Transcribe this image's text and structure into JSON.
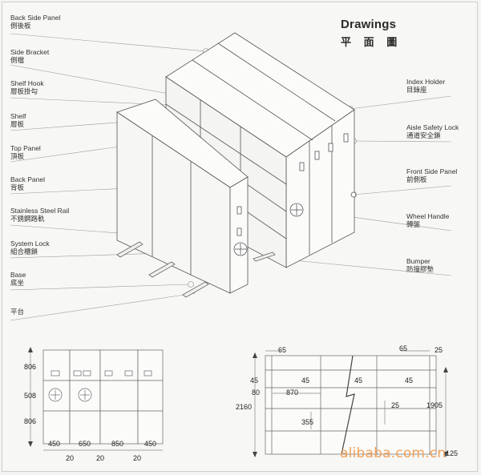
{
  "title": {
    "en": "Drawings",
    "zh": "平 面 圖"
  },
  "left_labels": [
    {
      "id": "back-side-panel",
      "en": "Back Side Panel",
      "zh": "側後板"
    },
    {
      "id": "side-bracket",
      "en": "Side Bracket",
      "zh": "側檔"
    },
    {
      "id": "shelf-hook",
      "en": "Shelf Hook",
      "zh": "層板掛勾"
    },
    {
      "id": "shelf",
      "en": "Shelf",
      "zh": "層板"
    },
    {
      "id": "top-panel",
      "en": "Top Panel",
      "zh": "頂板"
    },
    {
      "id": "back-panel",
      "en": "Back Panel",
      "zh": "背板"
    },
    {
      "id": "stainless-steel-rail",
      "en": "Stainless Steel Rail",
      "zh": "不銹鋼路軌"
    },
    {
      "id": "system-lock",
      "en": "System Lock",
      "zh": "組合櫃鎖"
    },
    {
      "id": "base",
      "en": "Base",
      "zh": "底坐"
    },
    {
      "id": "platform",
      "en": "",
      "zh": "平台"
    }
  ],
  "right_labels": [
    {
      "id": "index-holder",
      "en": "Index Holder",
      "zh": "目錄座"
    },
    {
      "id": "aisle-safety-lock",
      "en": "Aisle Safety Lock",
      "zh": "通道安全鎖"
    },
    {
      "id": "front-side-panel",
      "en": "Front Side Panel",
      "zh": "前側板"
    },
    {
      "id": "wheel-handle",
      "en": "Wheel Handle",
      "zh": "轉盤"
    },
    {
      "id": "bumper",
      "en": "Bumper",
      "zh": "防撞膠墊"
    }
  ],
  "front_view_dims": {
    "heights": [
      "806",
      "508",
      "806"
    ],
    "widths": [
      "450",
      "650",
      "850",
      "450"
    ],
    "gaps": [
      "20",
      "20",
      "20"
    ]
  },
  "side_view_dims": {
    "top_left": "65",
    "top_right_a": "65",
    "top_right_b": "25",
    "row_45": [
      "45",
      "45",
      "45",
      "45"
    ],
    "left_80": "80",
    "mid_870": "870",
    "height_2160": "2160",
    "gap_25": "25",
    "shelf_355": "355",
    "height_1905": "1905",
    "bottom_125": "125"
  },
  "watermark": "alibaba.com.cn"
}
